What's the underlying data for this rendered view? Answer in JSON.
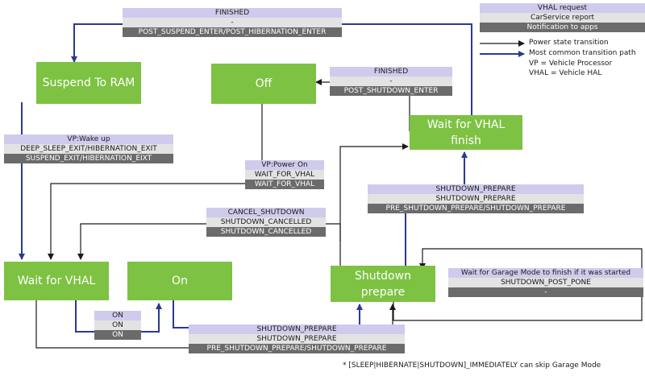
{
  "states": {
    "suspend_to_ram": "Suspend To RAM",
    "off": "Off",
    "wait_for_vhal_finish": [
      "Wait for VHAL",
      "finish"
    ],
    "wait_for_vhal": "Wait for VHAL",
    "on": "On",
    "shutdown_prepare": [
      "Shutdown",
      "prepare"
    ]
  },
  "labels": {
    "finished_top": [
      "FINISHED",
      "-",
      "POST_SUSPEND_ENTER/POST_HIBERNATION_ENTER"
    ],
    "finished_off": [
      "FINISHED",
      "-",
      "POST_SHUTDOWN_ENTER"
    ],
    "wake_up": [
      "VP:Wake up",
      "DEEP_SLEEP_EXIT/HIBERNATION_EXIT",
      "SUSPEND_EXIT/HIBERNATION_EIXT"
    ],
    "power_on": [
      "VP:Power On",
      "WAIT_FOR_VHAL",
      "WAIT_FOR_VHAL"
    ],
    "cancel_shutdown": [
      "CANCEL_SHUTDOWN",
      "SHUTDOWN_CANCELLED",
      "SHUTDOWN_CANCELLED"
    ],
    "shutdown_prepare_up": [
      "SHUTDOWN_PREPARE",
      "SHUTDOWN_PREPARE",
      "PRE_SHUTDOWN_PREPARE/SHUTDOWN_PREPARE"
    ],
    "garage_mode": [
      "Wait for Garage Mode to finish if it was started",
      "SHUTDOWN_POST_PONE",
      "-"
    ],
    "on_loop": [
      "ON",
      "ON",
      "ON"
    ],
    "shutdown_prepare_bottom": [
      "SHUTDOWN_PREPARE",
      "SHUTDOWN_PREPARE",
      "PRE_SHUTDOWN_PREPARE/SHUTDOWN_PREPARE"
    ]
  },
  "legend": {
    "vhal_request": "VHAL request",
    "carservice_report": "CarService report",
    "notification_to_apps": "Notification to apps",
    "power_state_transition": "Power state transition",
    "most_common_path": "Most common transition path",
    "vp_def": "VP = Vehicle Processor",
    "vhal_def": "VHAL = Vehicle HAL"
  },
  "footnote": "* [SLEEP|HIBERNATE|SHUTDOWN]_IMMEDIATELY can skip Garage Mode",
  "colors": {
    "state_fill": "#7dc242",
    "vhal_request": "#cfcbec",
    "carservice_report": "#e3e3e3",
    "notification_to_apps": "#6b6b6b",
    "common_path": "#2b3a8f",
    "transition": "#1a1a1a"
  }
}
